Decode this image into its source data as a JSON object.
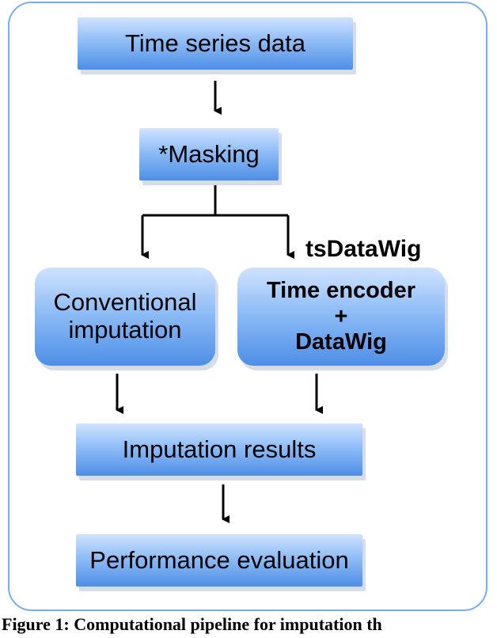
{
  "diagram": {
    "boxes": {
      "time_series": "Time series data",
      "masking": "*Masking",
      "conventional_line1": "Conventional",
      "conventional_line2": "imputation",
      "time_encoder_line1": "Time encoder",
      "time_encoder_line2": "+",
      "time_encoder_line3": "DataWig",
      "imputation_results": "Imputation results",
      "performance_evaluation": "Performance evaluation"
    },
    "branch_label": "tsDataWig",
    "colors": {
      "frame_border": "#7aaee8",
      "box_top": "#cfe3ff",
      "box_bottom": "#4e8ee6",
      "arrow": "#000000"
    }
  },
  "caption": "Figure 1: Computational pipeline for imputation th"
}
